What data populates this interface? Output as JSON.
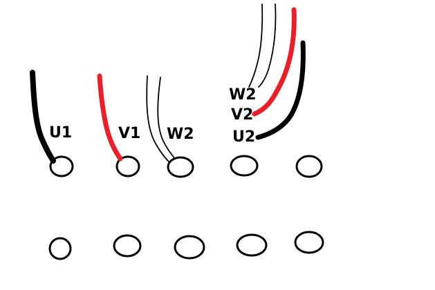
{
  "labels": {
    "u1": "U1",
    "v1": "V1",
    "w2_lower": "W2",
    "w2_upper": "W2",
    "v2": "V2",
    "u2": "U2"
  },
  "colors": {
    "background": "#ffffff",
    "black_wire": "#000000",
    "red_wire": "#e8202a",
    "terminal_outline": "#000000"
  }
}
